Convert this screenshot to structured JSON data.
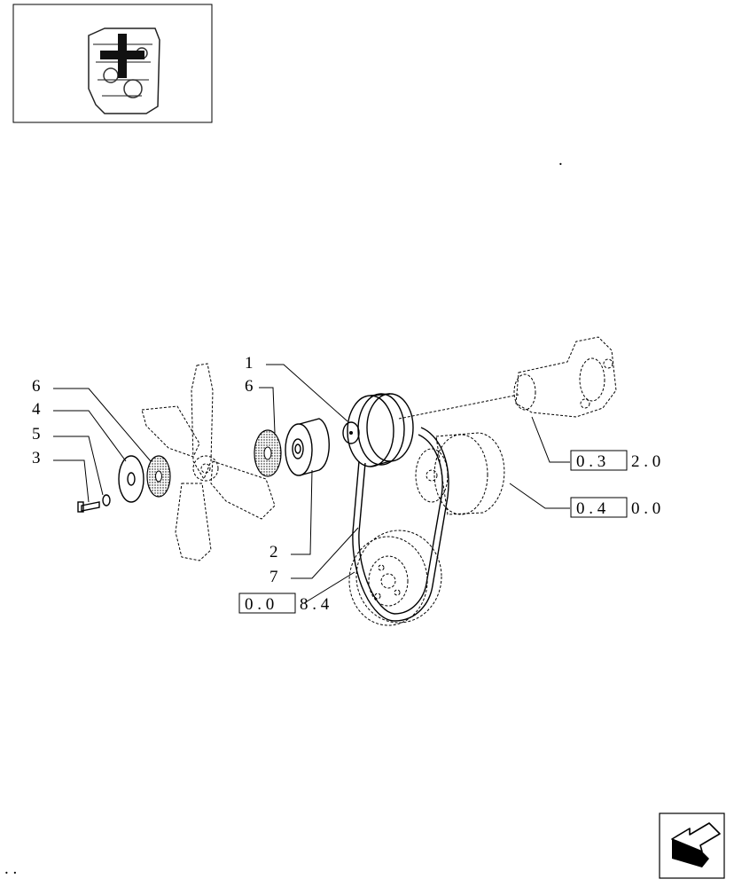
{
  "thumbnail": {
    "icon": "engine-plus-icon"
  },
  "callouts": {
    "c1": "1",
    "c6a": "6",
    "c6b": "6",
    "c4": "4",
    "c5": "5",
    "c3": "3",
    "c2": "2",
    "c7": "7"
  },
  "references": {
    "r032_boxed": "0 . 3",
    "r032_tail": "2 . 0",
    "r040_boxed": "0 . 4",
    "r040_tail": "0 . 0",
    "r084_boxed": "0 . 0",
    "r084_tail": "8 . 4"
  },
  "navigation": {
    "icon": "next-page-arrow-icon"
  },
  "marks": {
    "dot_top": ".",
    "dot_bottom": ". ."
  }
}
